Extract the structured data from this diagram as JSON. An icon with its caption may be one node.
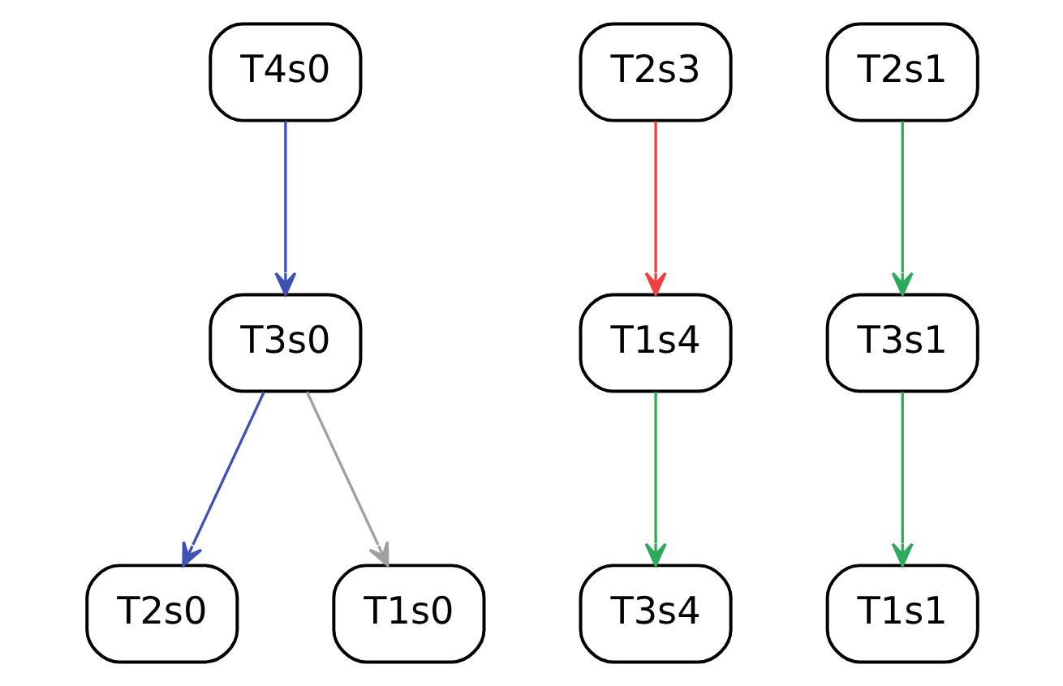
{
  "diagram": {
    "nodes": [
      {
        "text": [
          "T4s0"
        ]
      },
      {
        "text": [
          "T3s0"
        ]
      },
      {
        "text": [
          "T2s0"
        ]
      },
      {
        "text": [
          "T1s0"
        ]
      },
      {
        "text": [
          "T2s3"
        ]
      },
      {
        "text": [
          "T1s4"
        ]
      },
      {
        "text": [
          "T3s4"
        ]
      },
      {
        "text": [
          "T2s1"
        ]
      },
      {
        "text": [
          "T3s1"
        ]
      },
      {
        "text": [
          "T1s1"
        ]
      }
    ],
    "edges": [
      {
        "from": 0,
        "to": 1,
        "arrow": "to",
        "color": "#3f51b5"
      },
      {
        "from": 1,
        "to": 2,
        "arrow": "to",
        "color": "#3f51b5"
      },
      {
        "from": 1,
        "to": 3,
        "arrow": "to",
        "color": "#a0a0a0"
      },
      {
        "from": 4,
        "to": 5,
        "arrow": "to",
        "color": "#f04040"
      },
      {
        "from": 5,
        "to": 6,
        "arrow": "to",
        "color": "#2eaa5c"
      },
      {
        "from": 7,
        "to": 8,
        "arrow": "to",
        "color": "#2eaa5c"
      },
      {
        "from": 8,
        "to": 9,
        "arrow": "to",
        "color": "#2eaa5c"
      }
    ]
  }
}
